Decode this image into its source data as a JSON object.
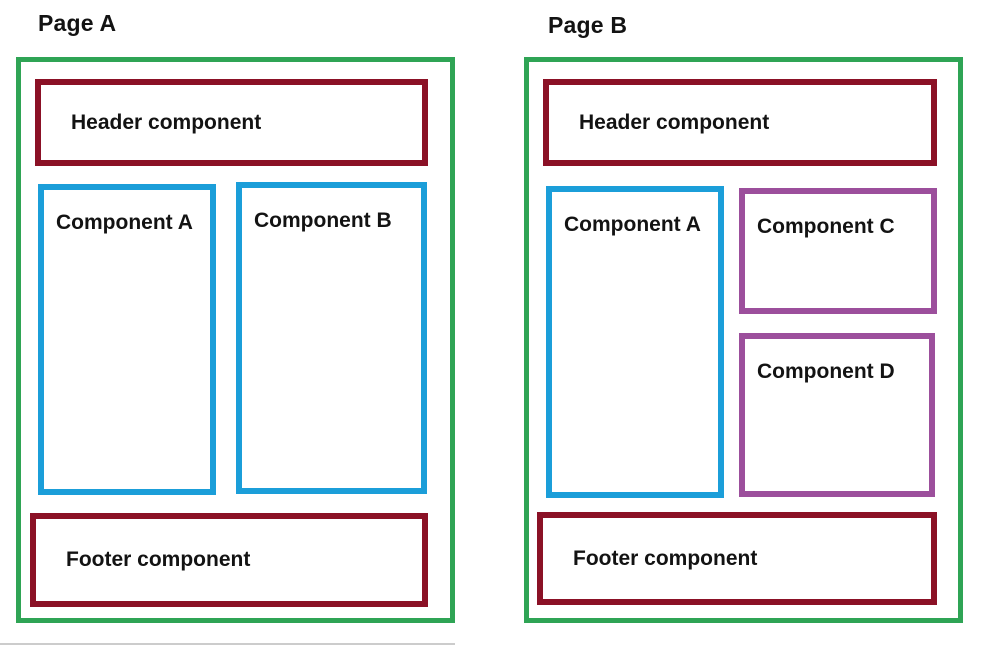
{
  "colors": {
    "page_outline": "#2fa455",
    "header_footer": "#8b1126",
    "component_blue": "#1b9ed9",
    "component_purple": "#9c4f9c",
    "text": "#131313",
    "canvas_bg": "#ffffff"
  },
  "pages": [
    {
      "title": "Page A",
      "header_label": "Header component",
      "footer_label": "Footer component",
      "components": [
        {
          "label": "Component A"
        },
        {
          "label": "Component B"
        }
      ]
    },
    {
      "title": "Page B",
      "header_label": "Header component",
      "footer_label": "Footer component",
      "components": [
        {
          "label": "Component A"
        },
        {
          "label": "Component C"
        },
        {
          "label": "Component D"
        }
      ]
    }
  ]
}
